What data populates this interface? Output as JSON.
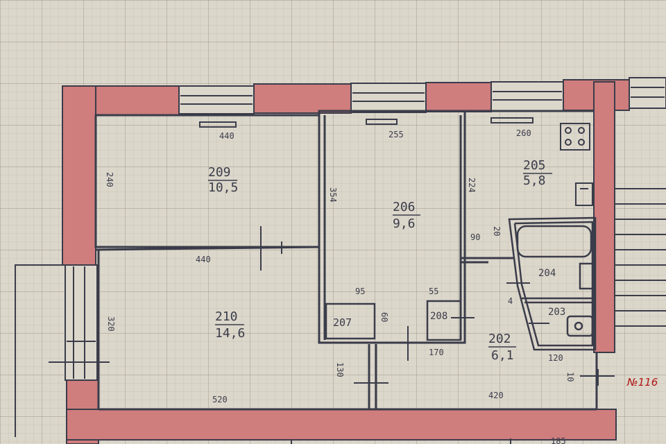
{
  "rooms": [
    {
      "id": "r209",
      "number": "209",
      "area": "10,5"
    },
    {
      "id": "r206",
      "number": "206",
      "area": "9,6"
    },
    {
      "id": "r205",
      "number": "205",
      "area": "5,8"
    },
    {
      "id": "r210",
      "number": "210",
      "area": "14,6"
    },
    {
      "id": "r202",
      "number": "202",
      "area": "6,1"
    },
    {
      "id": "r207",
      "number": "207"
    },
    {
      "id": "r208",
      "number": "208"
    },
    {
      "id": "r204",
      "number": "204"
    },
    {
      "id": "r203",
      "number": "203"
    }
  ],
  "dimensions": {
    "d440_top": "440",
    "d255": "255",
    "d260": "260",
    "d440_mid": "440",
    "d520": "520",
    "d420": "420",
    "d170": "170",
    "d120": "120",
    "d95": "95",
    "d55": "55",
    "d90": "90",
    "d60": "60",
    "d130": "130",
    "d240": "240",
    "d320": "320",
    "d354": "354",
    "d224": "224",
    "d20": "20",
    "d4": "4",
    "d10": "10",
    "d185": "185"
  },
  "stamp": "№116",
  "colors": {
    "paper": "#dcd7cb",
    "grid_minor": "#c3beb2",
    "grid_major": "#aaa496",
    "wall_fill": "#cf7d7d",
    "ink": "#3a3c4a",
    "stamp": "#b01818"
  }
}
